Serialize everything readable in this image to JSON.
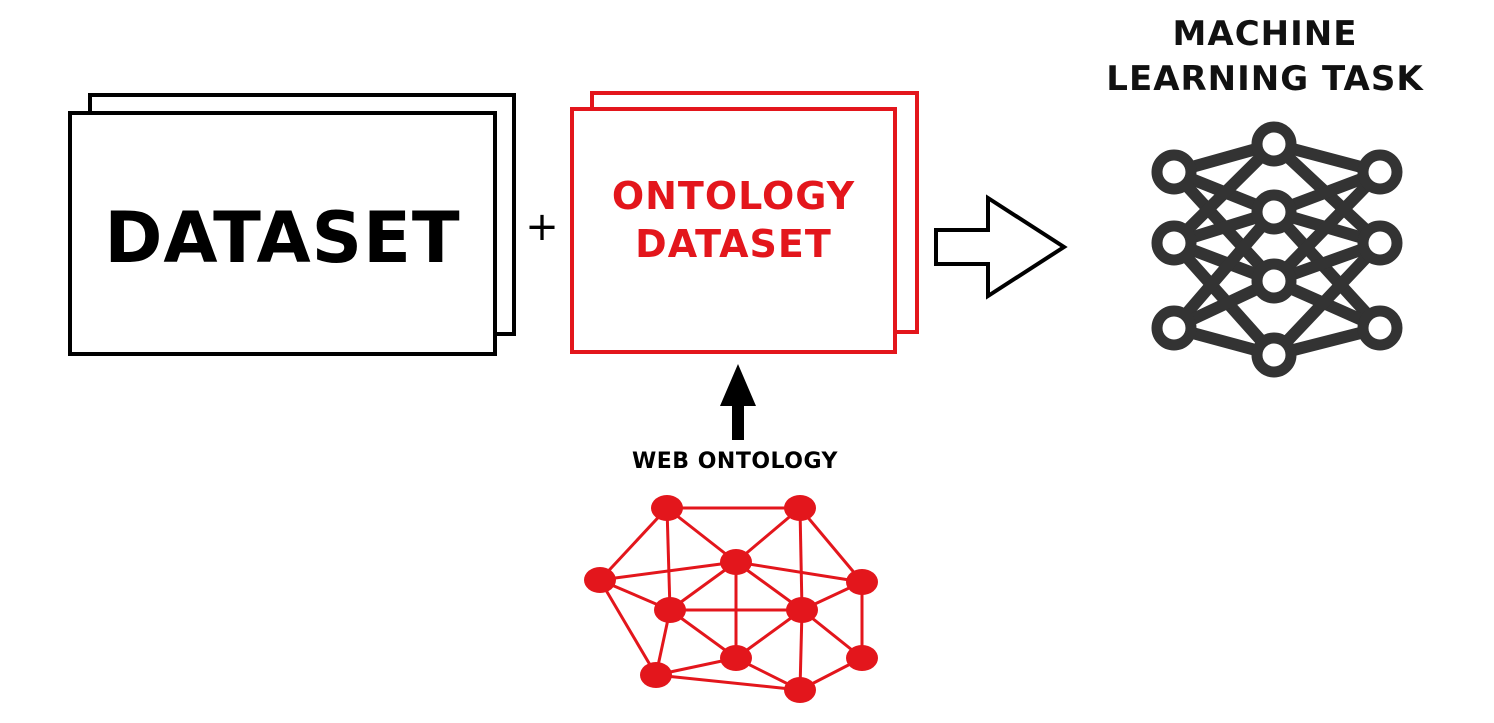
{
  "diagram": {
    "dataset_label": "DATASET",
    "plus_sign": "+",
    "ontology_dataset_line1": "ONTOLOGY",
    "ontology_dataset_line2": "DATASET",
    "web_ontology_label": "WEB ONTOLOGY",
    "ml_task_line1": "MACHINE",
    "ml_task_line2": "LEARNING TASK"
  },
  "colors": {
    "ontology_red": "#e3161c",
    "network_gray": "#333333",
    "outline_black": "#000000"
  },
  "icons": {
    "neural_network": "neural-network-icon",
    "web_ontology_graph": "ontology-graph-icon",
    "arrow_right": "hollow-arrow-right-icon",
    "arrow_up": "arrow-up-icon"
  }
}
